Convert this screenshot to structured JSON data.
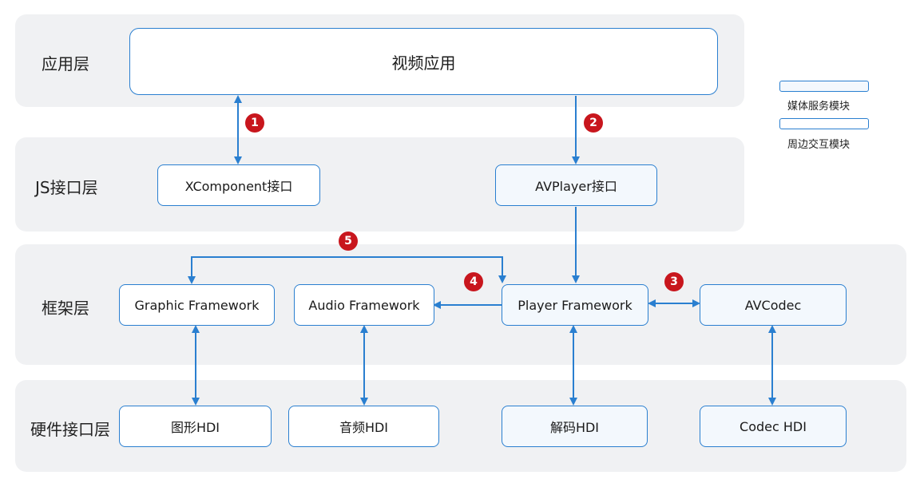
{
  "layers": {
    "app": "应用层",
    "js": "JS接口层",
    "framework": "框架层",
    "hardware": "硬件接口层"
  },
  "boxes": {
    "video_app": "视频应用",
    "xcomponent": "XComponent接口",
    "avplayer": "AVPlayer接口",
    "graphic": "Graphic Framework",
    "audio": "Audio Framework",
    "player": "Player Framework",
    "avcodec": "AVCodec",
    "graphic_hdi": "图形HDI",
    "audio_hdi": "音频HDI",
    "decode_hdi": "解码HDI",
    "codec_hdi": "Codec HDI"
  },
  "legend": {
    "media": "媒体服务模块",
    "peripheral": "周边交互模块"
  },
  "steps": [
    "1",
    "2",
    "3",
    "4",
    "5"
  ],
  "colors": {
    "line": "#2a7fd0",
    "badge": "#c8161d",
    "layer_bg": "#f0f1f3",
    "media_fill": "#f3f8fd"
  }
}
